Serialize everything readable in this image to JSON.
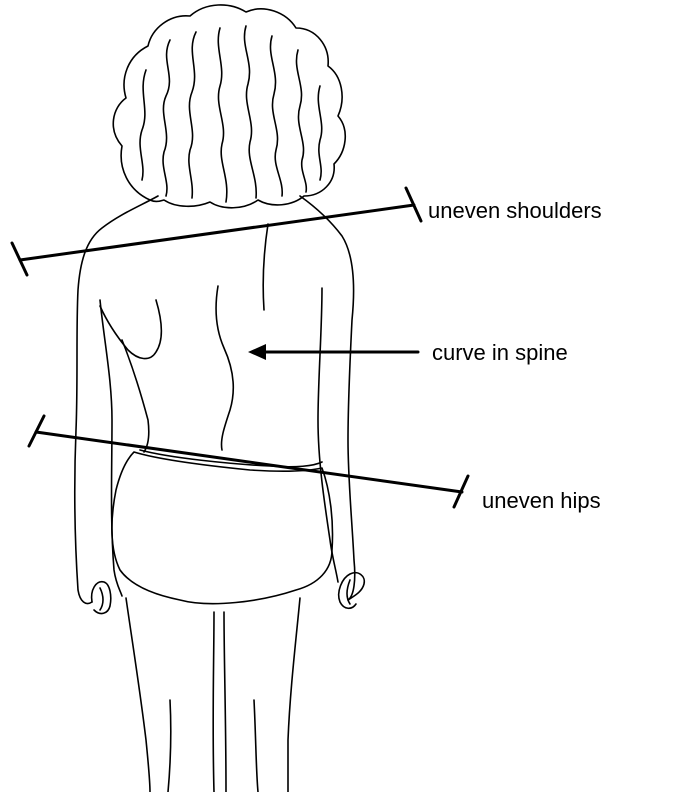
{
  "labels": {
    "shoulders": "uneven shoulders",
    "spine": "curve in spine",
    "hips": "uneven hips"
  },
  "colors": {
    "line": "#000000",
    "background": "#ffffff"
  }
}
